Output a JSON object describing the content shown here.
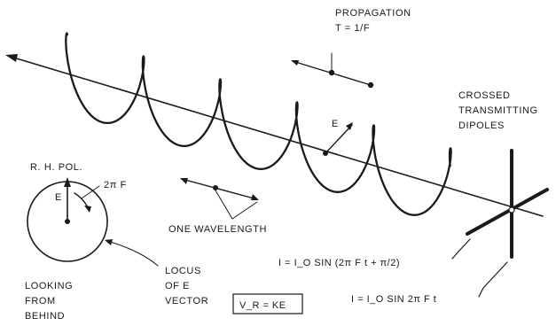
{
  "labels": {
    "propagation": "PROPAGATION",
    "period": "T = 1/F",
    "crossed_1": "CROSSED",
    "crossed_2": "TRANSMITTING",
    "crossed_3": "DIPOLES",
    "e_vector": "E",
    "rh_pol": "R. H. POL.",
    "e_small": "E",
    "two_pi_f": "2π F",
    "one_wavelength": "ONE WAVELENGTH",
    "locus_1": "LOCUS",
    "locus_2": "OF E",
    "locus_3": "VECTOR",
    "looking_1": "LOOKING",
    "looking_2": "FROM",
    "looking_3": "BEHIND",
    "vr_eq": "V_R = KE",
    "eq1": "I = I_O SIN (2π F t + π/2)",
    "eq2": "I = I_O SIN 2π F t"
  }
}
